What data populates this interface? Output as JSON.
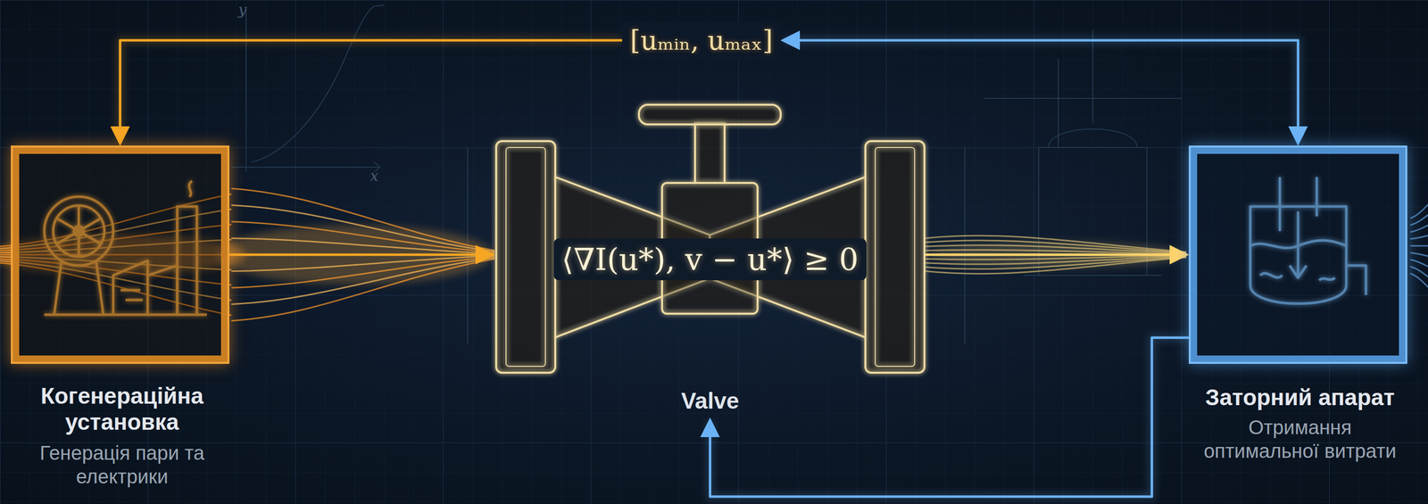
{
  "diagram": {
    "nodes": [
      {
        "text": [
          "Когенераційна установка",
          "Генерація пари та електрики"
        ]
      },
      {
        "text": [
          "⟨∇I(u*), v − u*⟩ ≥ 0",
          "Valve"
        ]
      },
      {
        "text": [
          "Заторний апарат",
          "Отримання оптимальної витрати"
        ]
      },
      {
        "text": [
          "[uₘᵢₙ, uₘₐₓ]"
        ]
      }
    ],
    "edges": [
      {
        "from": 3,
        "to": 0,
        "arrow": "to"
      },
      {
        "from": 0,
        "to": 1,
        "arrow": "to"
      },
      {
        "from": 1,
        "to": 2,
        "arrow": "to"
      },
      {
        "from": 2,
        "to": 3,
        "arrow": "both"
      },
      {
        "from": 2,
        "to": 1,
        "arrow": "to"
      }
    ],
    "labels": [
      "y",
      "x"
    ]
  }
}
